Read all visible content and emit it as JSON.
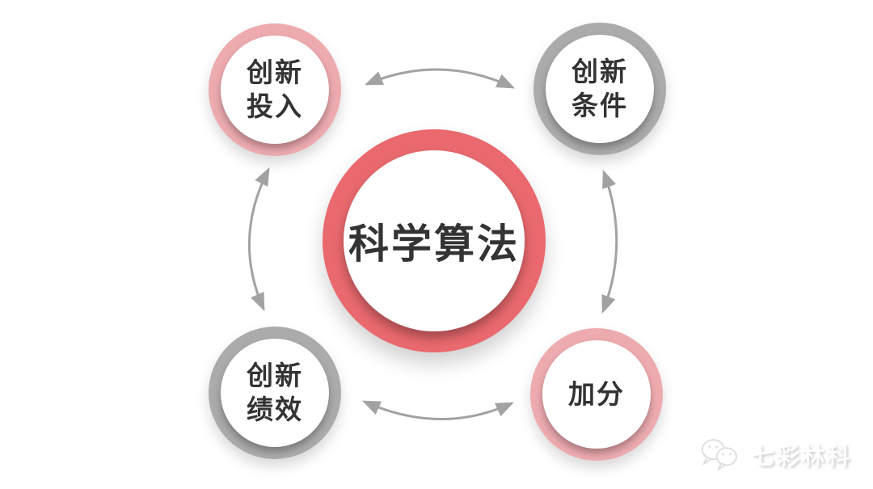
{
  "diagram": {
    "background": "#ffffff",
    "text_color": "#333333",
    "arrow_color": "#a2a2a2",
    "center": {
      "id": "center",
      "label": "科学算法",
      "ring_color": "#e9696e"
    },
    "nodes": [
      {
        "id": "top-left",
        "label": "创新投入",
        "lines": [
          "创新",
          "投入"
        ],
        "ring_color": "#edabb0"
      },
      {
        "id": "top-right",
        "label": "创新条件",
        "lines": [
          "创新",
          "条件"
        ],
        "ring_color": "#ababab"
      },
      {
        "id": "bottom-left",
        "label": "创新绩效",
        "lines": [
          "创新",
          "绩效"
        ],
        "ring_color": "#ababab"
      },
      {
        "id": "bottom-right",
        "label": "加分",
        "lines": [
          "加分"
        ],
        "ring_color": "#edabb0"
      }
    ],
    "relations": [
      {
        "from": "top-left",
        "to": "top-right",
        "bidirectional": true
      },
      {
        "from": "top-left",
        "to": "bottom-left",
        "bidirectional": true
      },
      {
        "from": "top-right",
        "to": "bottom-right",
        "bidirectional": true
      },
      {
        "from": "bottom-left",
        "to": "bottom-right",
        "bidirectional": true
      }
    ]
  },
  "watermark": {
    "text": "七彩林科",
    "icon": "wechat-bubbles-icon",
    "color": "#ffffff"
  }
}
